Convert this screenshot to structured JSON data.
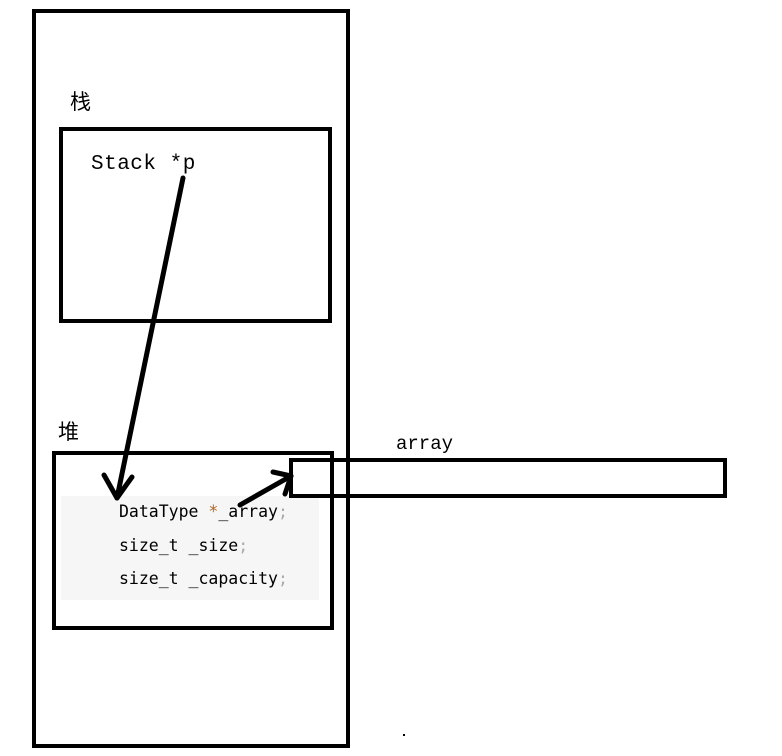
{
  "labels": {
    "stack": "栈",
    "heap": "堆",
    "stack_var": "Stack *p",
    "array": "array"
  },
  "code": {
    "line1": {
      "type": "DataType ",
      "ptr": "*",
      "name": "_array",
      "semi": ";"
    },
    "line2": {
      "text": "size_t _size",
      "semi": ";"
    },
    "line3": {
      "text": "size_t _capacity",
      "semi": ";"
    }
  },
  "colors": {
    "stroke": "#000000",
    "code_background": "#f6f6f6",
    "pointer_star": "#b5651d",
    "semicolon": "#aaaaaa"
  }
}
